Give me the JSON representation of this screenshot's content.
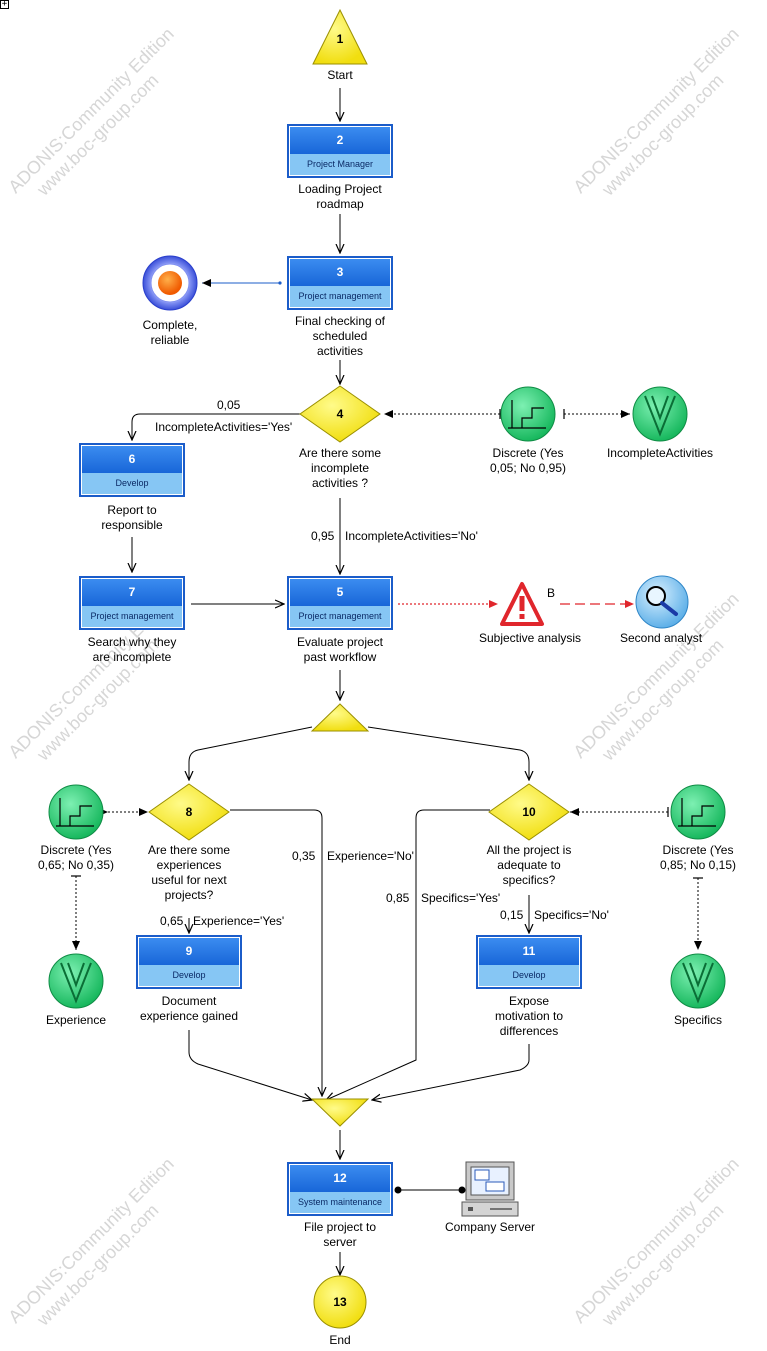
{
  "watermark": {
    "line1": "ADONIS:Community Edition",
    "line2": "www.boc-group.com"
  },
  "expander_glyph": "+",
  "nodes": {
    "start": {
      "num": "1",
      "label": "Start"
    },
    "a2": {
      "num": "2",
      "role": "Project Manager",
      "label": "Loading Project\nroadmap"
    },
    "a3": {
      "num": "3",
      "role": "Project management",
      "label": "Final checking of\nscheduled\nactivities"
    },
    "result": {
      "label": "Complete,\nreliable"
    },
    "d4": {
      "num": "4",
      "label": "Are there some\nincomplete\nactivities ?"
    },
    "disc4": {
      "label": "Discrete (Yes\n0,05; No 0,95)"
    },
    "var4": {
      "label": "IncompleteActivities"
    },
    "a6": {
      "num": "6",
      "role": "Develop",
      "label": "Report to\nresponsible"
    },
    "a7": {
      "num": "7",
      "role": "Project management",
      "label": "Search why they\nare incomplete"
    },
    "a5": {
      "num": "5",
      "role": "Project management",
      "label": "Evaluate project\npast workflow"
    },
    "risk": {
      "label": "Subjective analysis",
      "marker": "B"
    },
    "analyst": {
      "label": "Second analyst"
    },
    "d8": {
      "num": "8",
      "label": "Are there some\nexperiences\nuseful for next\nprojects?"
    },
    "disc8": {
      "label": "Discrete (Yes\n0,65; No 0,35)"
    },
    "var8": {
      "label": "Experience"
    },
    "a9": {
      "num": "9",
      "role": "Develop",
      "label": "Document\nexperience gained"
    },
    "d10": {
      "num": "10",
      "label": "All the project is\nadequate to\nspecifics?"
    },
    "disc10": {
      "label": "Discrete (Yes\n0,85; No 0,15)"
    },
    "var10": {
      "label": "Specifics"
    },
    "a11": {
      "num": "11",
      "role": "Develop",
      "label": "Expose\nmotivation to\ndifferences"
    },
    "a12": {
      "num": "12",
      "role": "System maintenance",
      "label": "File project to\nserver"
    },
    "server": {
      "label": "Company Server"
    },
    "end": {
      "num": "13",
      "label": "End"
    }
  },
  "edges": {
    "e4_6_prob": "0,05",
    "e4_6_cond": "IncompleteActivities='Yes'",
    "e4_5_prob": "0,95",
    "e4_5_cond": "IncompleteActivities='No'",
    "e8_9_prob": "0,65",
    "e8_9_cond": "Experience='Yes'",
    "e8_m_prob": "0,35",
    "e8_m_cond": "Experience='No'",
    "e10_m_prob": "0,85",
    "e10_m_cond": "Specifics='Yes'",
    "e10_11_prob": "0,15",
    "e10_11_cond": "Specifics='No'"
  },
  "colors": {
    "activity_blue": "#1b5cc9",
    "activity_light": "#86c6f4",
    "decision_yellow": "#f4ea1c",
    "variable_green": "#33d27a",
    "risk_red": "#e0262c",
    "watermark_gray": "#d6d6d6"
  }
}
